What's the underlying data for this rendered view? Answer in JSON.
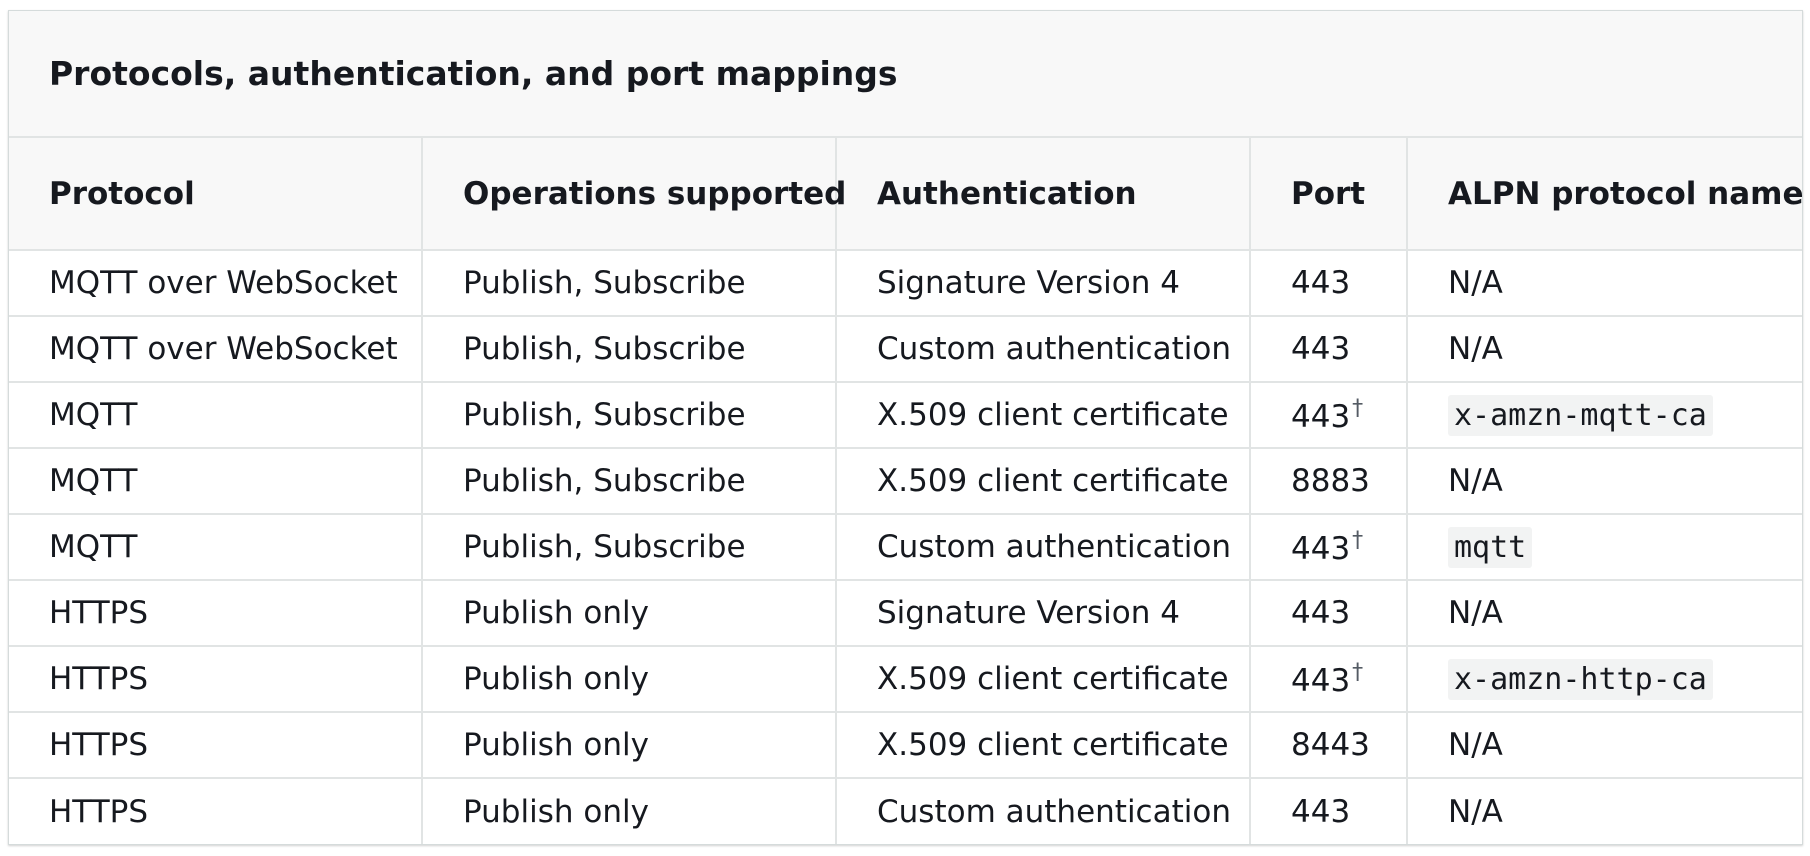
{
  "caption": "Protocols, authentication, and port mappings",
  "columns": [
    "Protocol",
    "Operations supported",
    "Authentication",
    "Port",
    "ALPN protocol name"
  ],
  "rows": [
    {
      "protocol": "MQTT over WebSocket",
      "operations": "Publish, Subscribe",
      "authentication": "Signature Version 4",
      "port": "443",
      "port_note": "",
      "alpn": "N/A",
      "alpn_is_code": false
    },
    {
      "protocol": "MQTT over WebSocket",
      "operations": "Publish, Subscribe",
      "authentication": "Custom authentication",
      "port": "443",
      "port_note": "",
      "alpn": "N/A",
      "alpn_is_code": false
    },
    {
      "protocol": "MQTT",
      "operations": "Publish, Subscribe",
      "authentication": "X.509 client certificate",
      "port": "443",
      "port_note": "†",
      "alpn": "x-amzn-mqtt-ca",
      "alpn_is_code": true
    },
    {
      "protocol": "MQTT",
      "operations": "Publish, Subscribe",
      "authentication": "X.509 client certificate",
      "port": "8883",
      "port_note": "",
      "alpn": "N/A",
      "alpn_is_code": false
    },
    {
      "protocol": "MQTT",
      "operations": "Publish, Subscribe",
      "authentication": "Custom authentication",
      "port": "443",
      "port_note": "†",
      "alpn": "mqtt",
      "alpn_is_code": true
    },
    {
      "protocol": "HTTPS",
      "operations": "Publish only",
      "authentication": "Signature Version 4",
      "port": "443",
      "port_note": "",
      "alpn": "N/A",
      "alpn_is_code": false
    },
    {
      "protocol": "HTTPS",
      "operations": "Publish only",
      "authentication": "X.509 client certificate",
      "port": "443",
      "port_note": "†",
      "alpn": "x-amzn-http-ca",
      "alpn_is_code": true
    },
    {
      "protocol": "HTTPS",
      "operations": "Publish only",
      "authentication": "X.509 client certificate",
      "port": "8443",
      "port_note": "",
      "alpn": "N/A",
      "alpn_is_code": false
    },
    {
      "protocol": "HTTPS",
      "operations": "Publish only",
      "authentication": "Custom authentication",
      "port": "443",
      "port_note": "",
      "alpn": "N/A",
      "alpn_is_code": false
    }
  ]
}
